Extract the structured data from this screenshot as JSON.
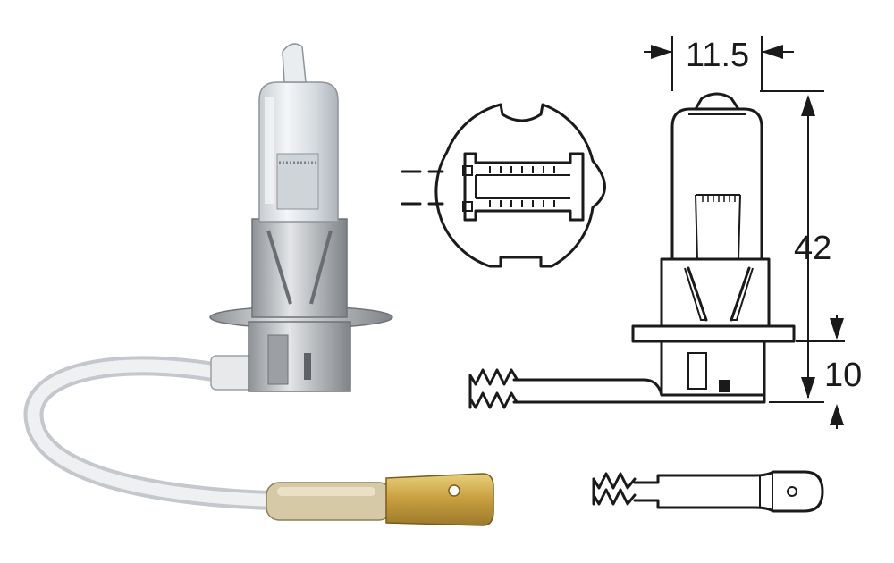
{
  "dimensions": {
    "width_label": "11.5",
    "height_label": "42",
    "base_label": "10"
  },
  "colors": {
    "ink": "#1a1a1a",
    "glass": "#dfe4e8",
    "metal": "#b9bcbf",
    "brass": "#c9a64a",
    "cable": "#e9ecef"
  }
}
